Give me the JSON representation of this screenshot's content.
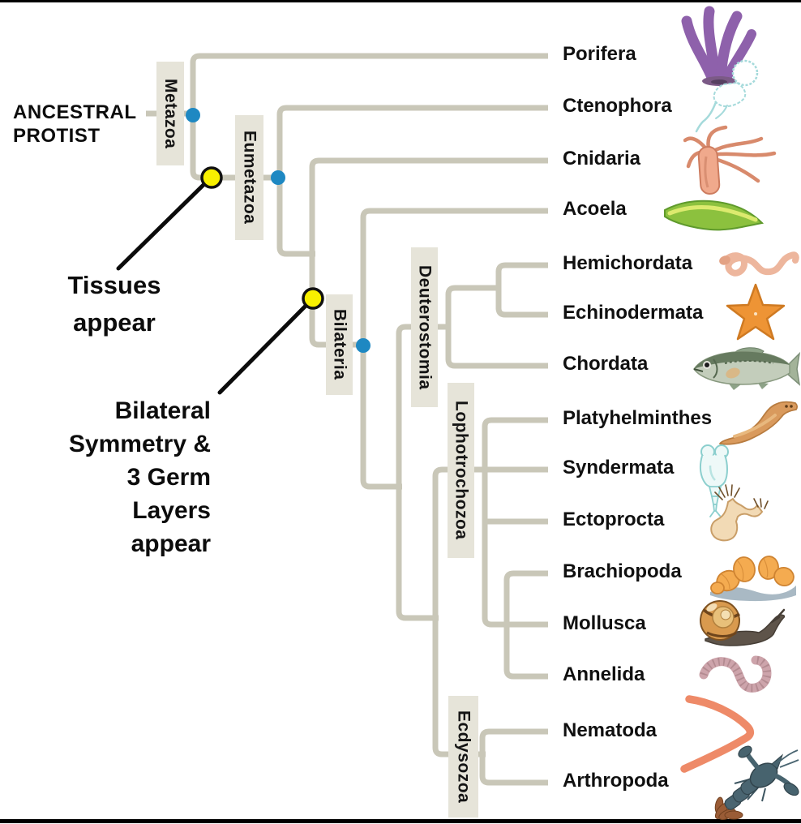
{
  "figure": {
    "type": "phylogenetic-tree",
    "background": "#ffffff",
    "border_color": "#000000"
  },
  "colors": {
    "tree_line": "#c9c7b8",
    "clade_box": "#e6e4d9",
    "node_yellow": "#f8f000",
    "node_blue": "#1e88c2",
    "leader_line": "#0b0b0b",
    "text": "#101010"
  },
  "root": {
    "label_lines": [
      "ANCESTRAL",
      "PROTIST"
    ]
  },
  "clades": [
    {
      "label": "Metazoa"
    },
    {
      "label": "Eumetazoa"
    },
    {
      "label": "Bilateria"
    },
    {
      "label": "Deuterostomia"
    },
    {
      "label": "Lophotrochozoa"
    },
    {
      "label": "Ecdysozoa"
    }
  ],
  "taxa": [
    {
      "label": "Porifera"
    },
    {
      "label": "Ctenophora"
    },
    {
      "label": "Cnidaria"
    },
    {
      "label": "Acoela"
    },
    {
      "label": "Hemichordata"
    },
    {
      "label": "Echinodermata"
    },
    {
      "label": "Chordata"
    },
    {
      "label": "Platyhelminthes"
    },
    {
      "label": "Syndermata"
    },
    {
      "label": "Ectoprocta"
    },
    {
      "label": "Brachiopoda"
    },
    {
      "label": "Mollusca"
    },
    {
      "label": "Annelida"
    },
    {
      "label": "Nematoda"
    },
    {
      "label": "Arthropoda"
    }
  ],
  "annotations": [
    {
      "id": "tissues",
      "lines": [
        "Tissues",
        "appear"
      ],
      "marker": "yellow-node-on-metazoa-branch"
    },
    {
      "id": "bilateral",
      "lines": [
        "Bilateral",
        "Symmetry &",
        "3 Germ",
        "Layers",
        "appear"
      ],
      "marker": "yellow-node-on-bilateria-branch"
    }
  ],
  "markers": {
    "yellow_nodes": 2,
    "blue_dots_on": [
      "Metazoa",
      "Eumetazoa",
      "Bilateria"
    ]
  },
  "phylogeny": {
    "root": "ANCESTRAL PROTIST",
    "newick": "(Porifera,(Ctenophora,(Cnidaria,(Acoela,(((Hemichordata,Echinodermata),Chordata)Deuterostomia,((Platyhelminthes,Syndermata,Ectoprocta,(Brachiopoda,Mollusca,Annelida))Lophotrochozoa,(Nematoda,Arthropoda)Ecdysozoa))))Bilateria)Eumetazoa)Metazoa"
  }
}
